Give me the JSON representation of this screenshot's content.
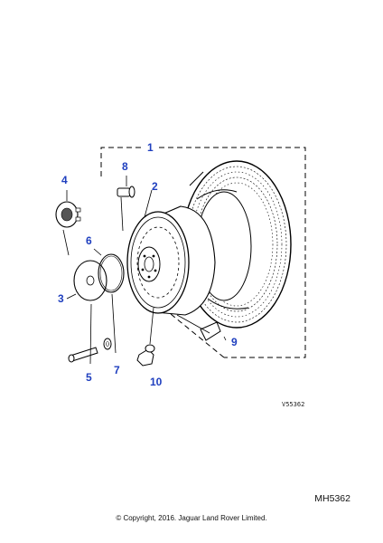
{
  "diagram": {
    "callouts": [
      {
        "id": "1",
        "label": "1"
      },
      {
        "id": "2",
        "label": "2"
      },
      {
        "id": "3",
        "label": "3"
      },
      {
        "id": "4",
        "label": "4"
      },
      {
        "id": "5",
        "label": "5"
      },
      {
        "id": "6",
        "label": "6"
      },
      {
        "id": "7",
        "label": "7"
      },
      {
        "id": "8",
        "label": "8"
      },
      {
        "id": "9",
        "label": "9"
      },
      {
        "id": "10",
        "label": "10"
      }
    ],
    "reference_code": "V55362",
    "figure_code": "MH5362",
    "copyright": "© Copyright, 2016. Jaguar Land Rover Limited.",
    "colors": {
      "callout": "#1f3fbf",
      "line": "#000000",
      "background": "#ffffff"
    }
  }
}
